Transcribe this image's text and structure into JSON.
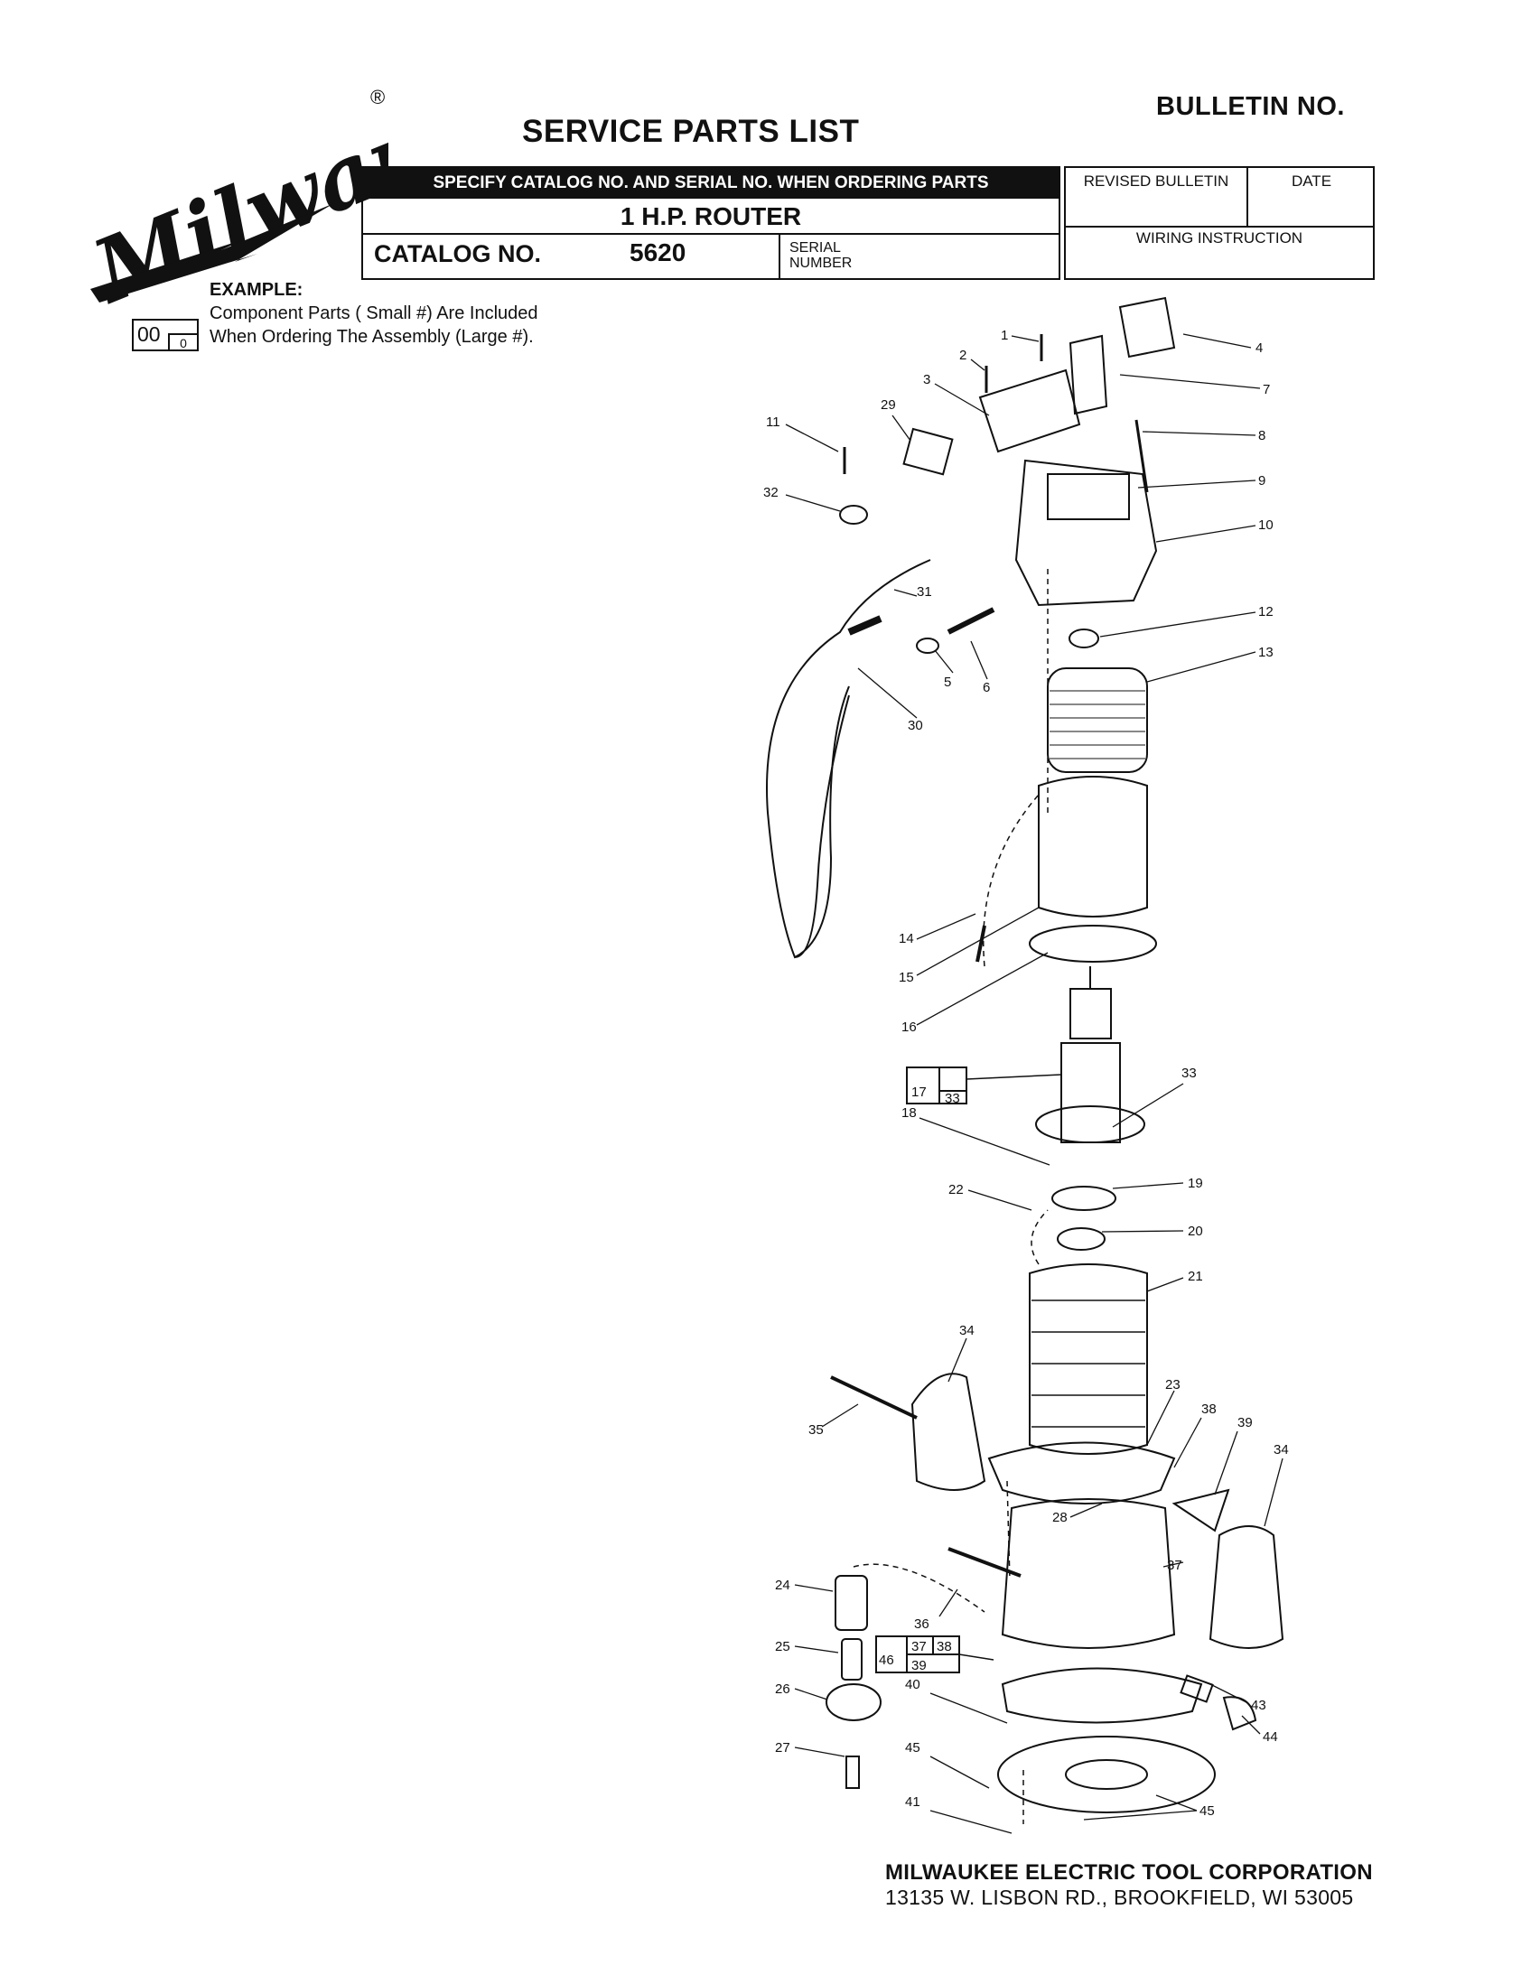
{
  "header": {
    "brand": "Milwaukee",
    "registered": "®",
    "bulletin_no": "BULLETIN NO.",
    "title": "SERVICE PARTS LIST"
  },
  "order_box": {
    "specify": "SPECIFY CATALOG NO. AND SERIAL NO. WHEN ORDERING PARTS",
    "product": "1 H.P. ROUTER",
    "catalog_label": "CATALOG NO.",
    "catalog_value": "5620",
    "serial_label_1": "SERIAL",
    "serial_label_2": "NUMBER"
  },
  "revised_box": {
    "revised_bulletin": "REVISED BULLETIN",
    "date": "DATE",
    "wiring": "WIRING INSTRUCTION"
  },
  "example": {
    "label": "EXAMPLE:",
    "big": "00",
    "small": "0",
    "line1": "Component Parts (  Small #) Are Included",
    "line2": "When Ordering The Assembly (Large #)."
  },
  "assemblies": [
    {
      "big": "17",
      "small": [
        "33"
      ]
    },
    {
      "big": "46",
      "small": [
        "37",
        "38",
        "39"
      ]
    }
  ],
  "callouts": [
    "1",
    "2",
    "3",
    "4",
    "5",
    "6",
    "7",
    "8",
    "9",
    "10",
    "11",
    "12",
    "13",
    "14",
    "15",
    "16",
    "18",
    "19",
    "20",
    "21",
    "22",
    "23",
    "24",
    "25",
    "26",
    "27",
    "28",
    "29",
    "30",
    "31",
    "32",
    "33",
    "34",
    "35",
    "36",
    "37",
    "38",
    "39",
    "40",
    "41",
    "43",
    "44",
    "45"
  ],
  "footer": {
    "corp_name": "MILWAUKEE ELECTRIC TOOL CORPORATION",
    "corp_address": "13135 W. LISBON RD., BROOKFIELD, WI 53005"
  }
}
